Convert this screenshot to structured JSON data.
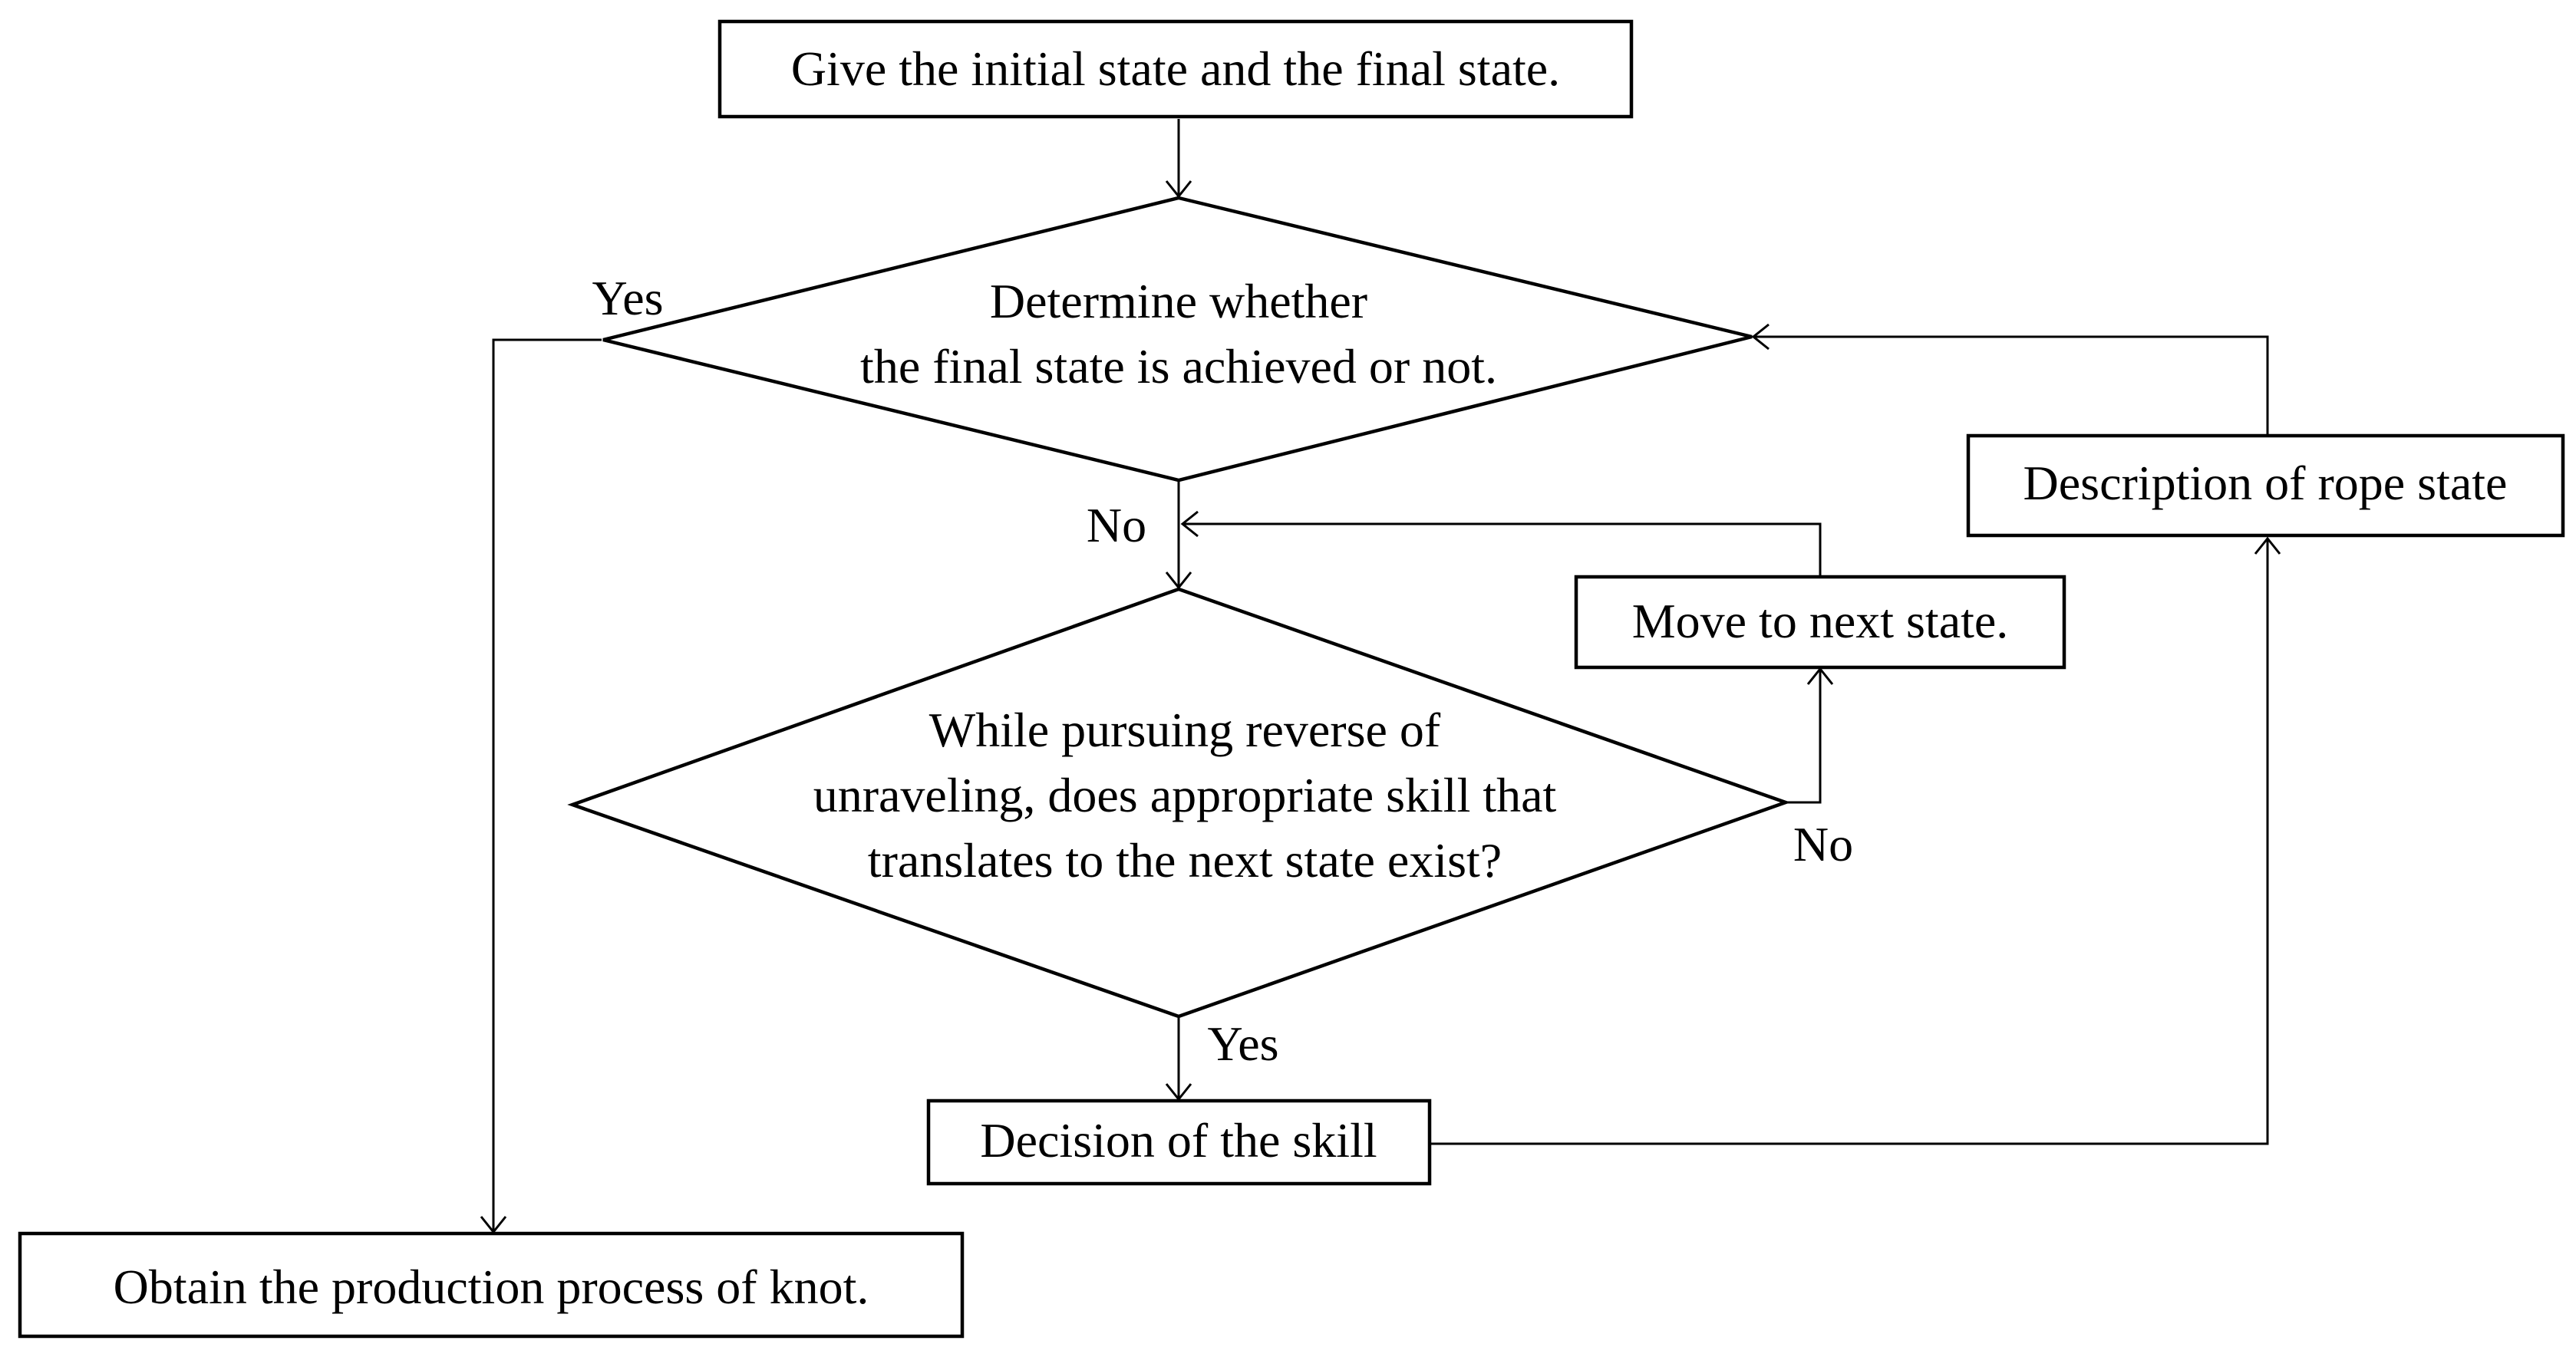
{
  "nodes": {
    "start": {
      "label": "Give the initial state and the final state."
    },
    "decision_final": {
      "line1": "Determine whether",
      "line2": "the final state is achieved or not."
    },
    "decision_skill": {
      "line1": "While pursuing reverse of",
      "line2": "unraveling, does appropriate skill that",
      "line3": "translates to the next state exist?"
    },
    "move_next": {
      "label": "Move to next state."
    },
    "describe_rope": {
      "label": "Description of rope state"
    },
    "decide_skill": {
      "label": "Decision of the skill"
    },
    "obtain": {
      "label": "Obtain the production process of  knot."
    }
  },
  "edge_labels": {
    "final_yes": "Yes",
    "final_no": "No",
    "skill_no": "No",
    "skill_yes": "Yes"
  },
  "colors": {
    "stroke": "#000000",
    "background": "#ffffff"
  }
}
